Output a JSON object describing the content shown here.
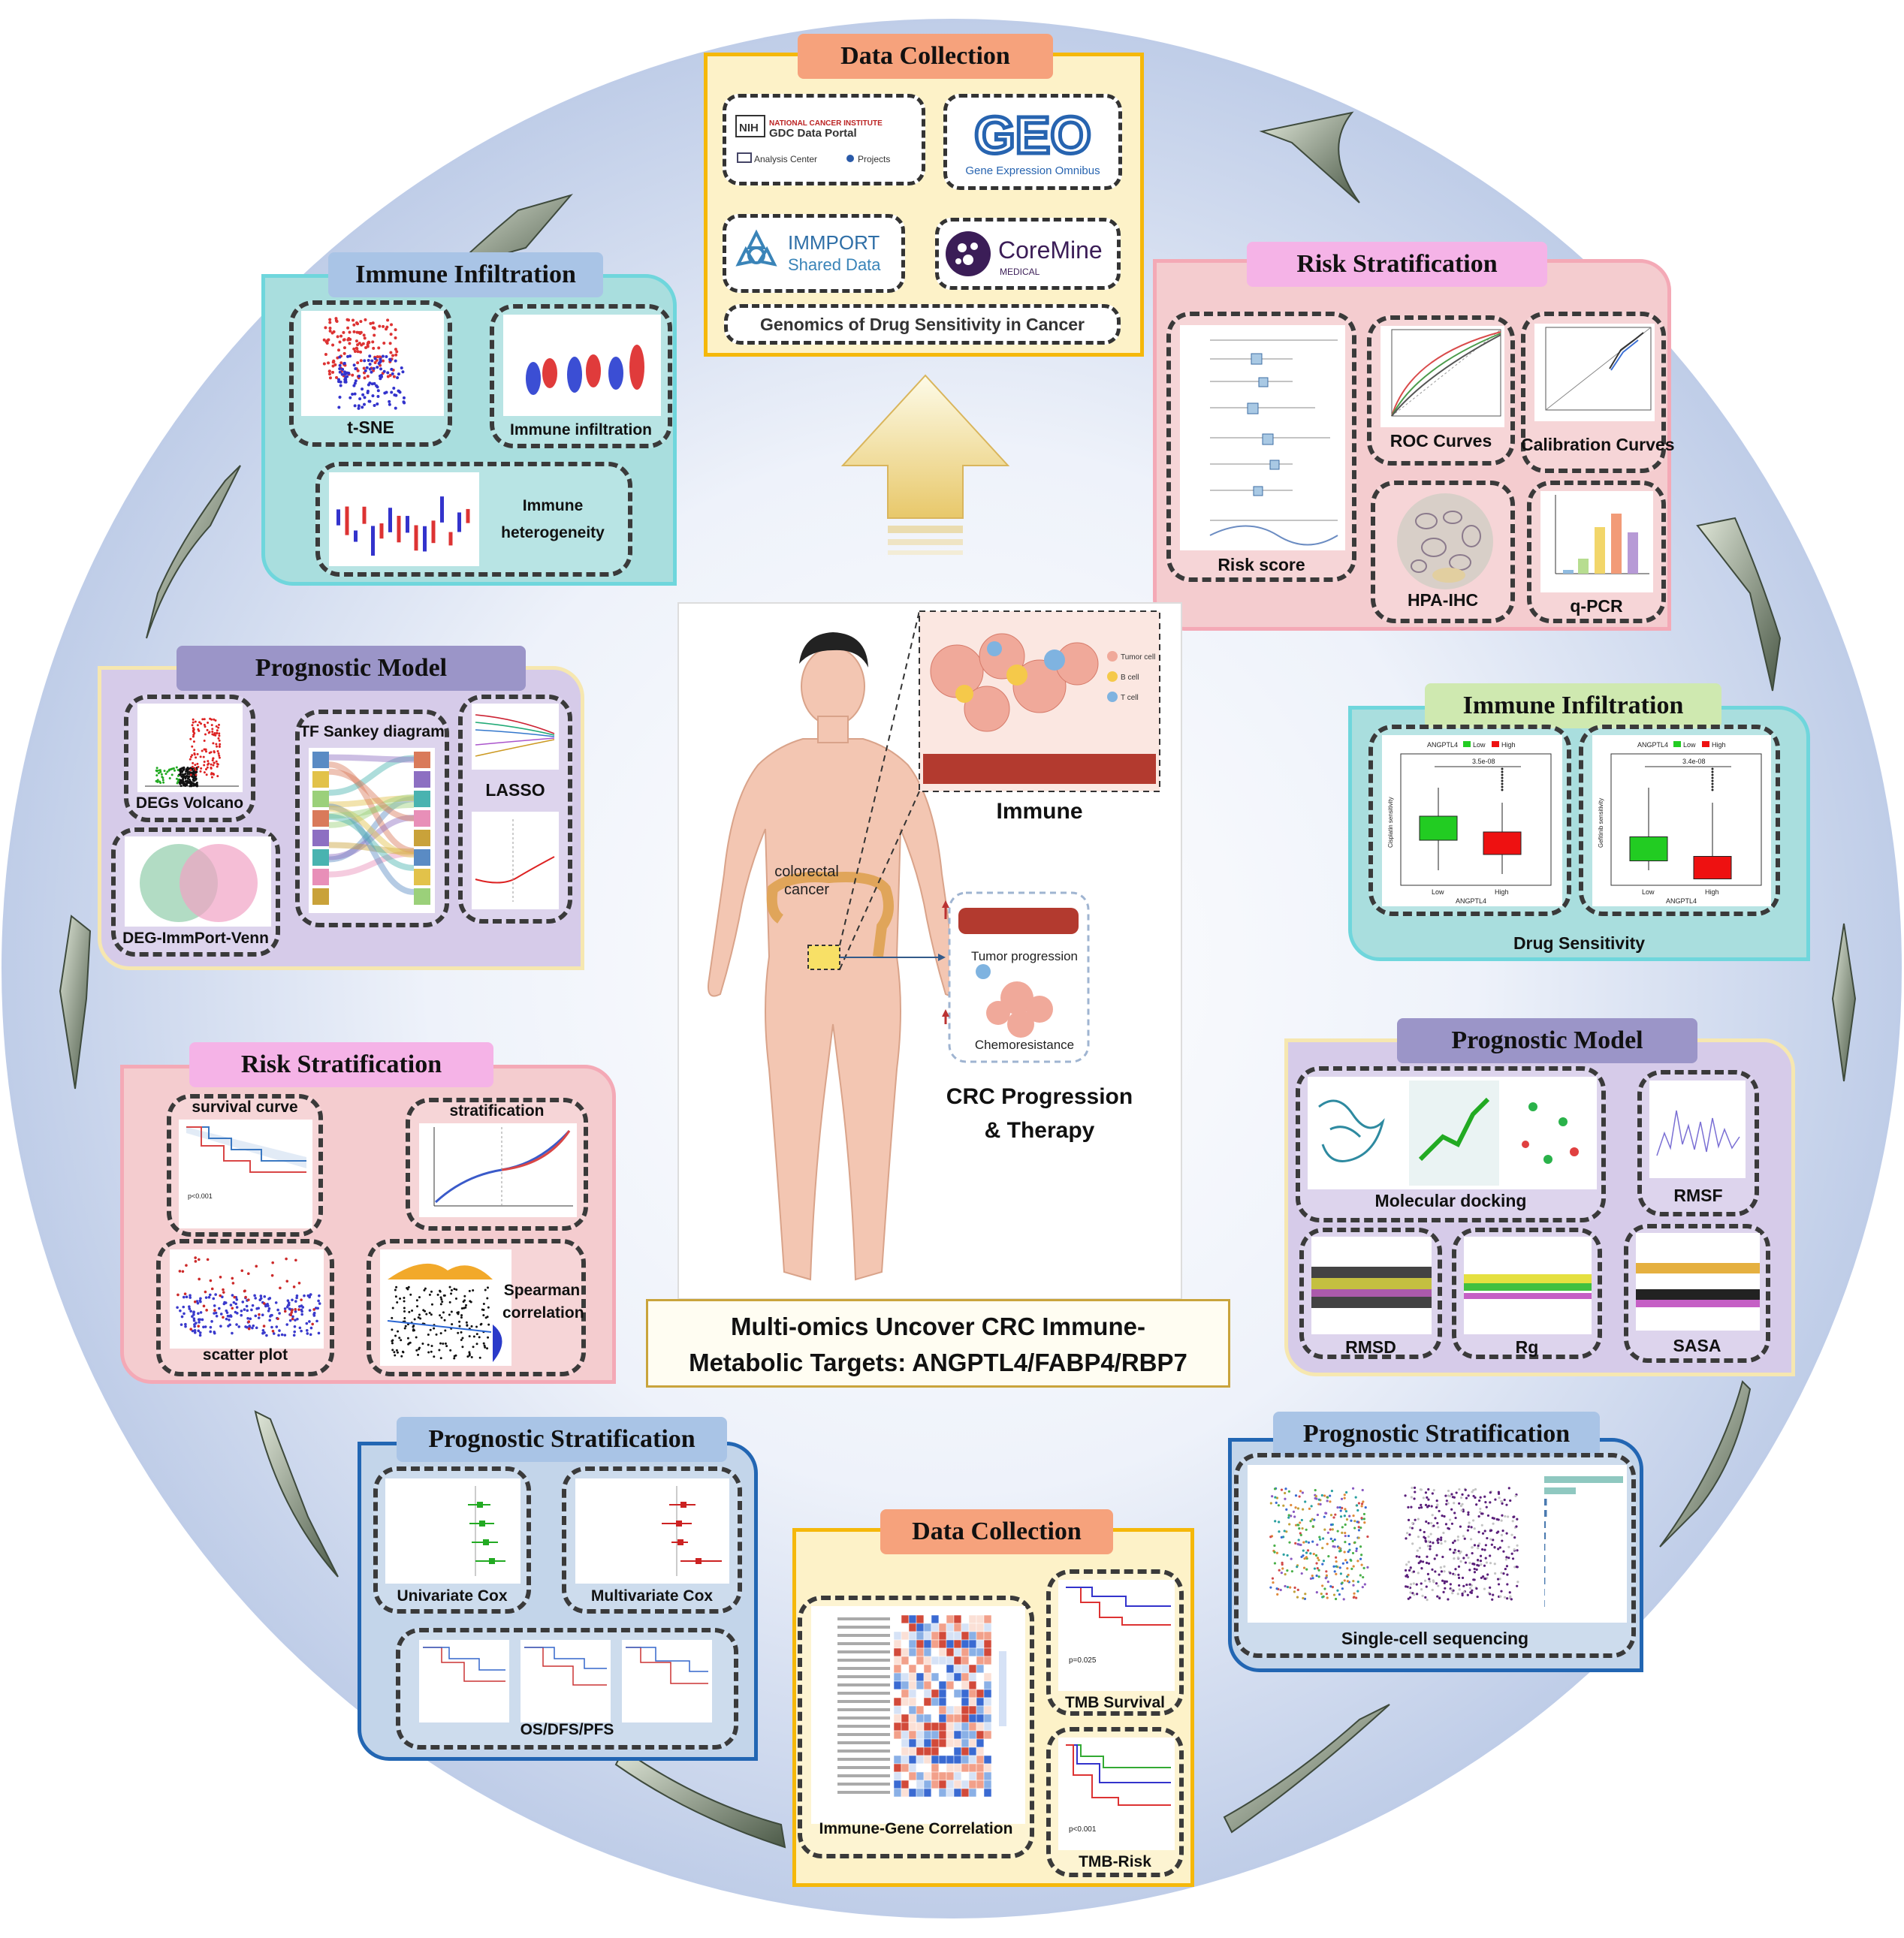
{
  "sections": {
    "data_collection_top": {
      "title": "Data Collection",
      "gdsc": "Genomics of Drug Sensitivity in Cancer"
    },
    "risk_strat_top": {
      "title": "Risk Stratification",
      "labels": [
        "Risk score",
        "ROC Curves",
        "Calibration Curves",
        "HPA-IHC",
        "q-PCR"
      ]
    },
    "immune_infil_left": {
      "title": "Immune Infiltration",
      "labels": [
        "t-SNE",
        "Immune infiltration",
        "Immune heterogeneity"
      ]
    },
    "immune_infil_right": {
      "title": "Immune Infiltration",
      "footer": "Drug Sensitivity"
    },
    "prog_model_left": {
      "title": "Prognostic Model",
      "labels": [
        "DEGs Volcano",
        "TF Sankey diagram",
        "LASSO",
        "DEG-ImmPort-Venn"
      ]
    },
    "prog_model_right": {
      "title": "Prognostic Model",
      "labels": [
        "Molecular docking",
        "RMSF",
        "RMSD",
        "Rg",
        "SASA"
      ]
    },
    "risk_strat_left": {
      "title": "Risk Stratification",
      "labels": [
        "survival curve",
        "stratification",
        "scatter plot",
        "Spearman correlation"
      ]
    },
    "prog_strat_left": {
      "title": "Prognostic Stratification",
      "labels": [
        "Univariate Cox",
        "Multivariate Cox",
        "OS/DFS/PFS"
      ]
    },
    "prog_strat_right": {
      "title": "Prognostic Stratification",
      "labels": [
        "Single-cell sequencing"
      ]
    },
    "data_collection_bottom": {
      "title": "Data Collection",
      "labels": [
        "Immune-Gene Correlation",
        "TMB Survival",
        "TMB-Risk"
      ]
    }
  },
  "logos": {
    "nih": "NIH",
    "nci": "NATIONAL CANCER INSTITUTE",
    "gdc": "GDC Data Portal",
    "analysis": "Analysis Center",
    "projects": "Projects",
    "geo": "GEO",
    "geo_sub": "Gene Expression Omnibus",
    "immport": "IMMPORT",
    "immport_sub": "Shared Data",
    "coremine": "CoreMine",
    "coremine_sub": "MEDICAL"
  },
  "center": {
    "organ_label": "colorectal cancer",
    "immune": "Immune",
    "legend": [
      "Tumor cell",
      "B cell",
      "T cell"
    ],
    "tumor_progression": "Tumor progression",
    "chemoresistance": "Chemoresistance",
    "crc": "CRC Progression",
    "therapy": "& Therapy",
    "main_title_1": "Multi-omics Uncover CRC Immune-",
    "main_title_2": "Metabolic Targets: ANGPTL4/FABP4/RBP7"
  },
  "drug_plots": {
    "gene": "ANGPTL4",
    "legend_low": "Low",
    "legend_high": "High",
    "p1": "3.5e-08",
    "p2": "3.4e-08",
    "ylabel1": "Cisplatin sensitivity",
    "ylabel2": "Gefitinib sensitivity"
  },
  "misc": {
    "p_tmb1": "p=0.025",
    "p_tmb2": "p<0.001",
    "p_surv": "p<0.001"
  },
  "colors": {
    "yellow_border": "#f5b80a",
    "pink_panel": "#f4cccf",
    "cyan_panel": "#a9dede",
    "lavender_panel": "#d6cbe9",
    "blue_border": "#2266b3",
    "low_box": "#22cc22",
    "high_box": "#ee1111"
  }
}
